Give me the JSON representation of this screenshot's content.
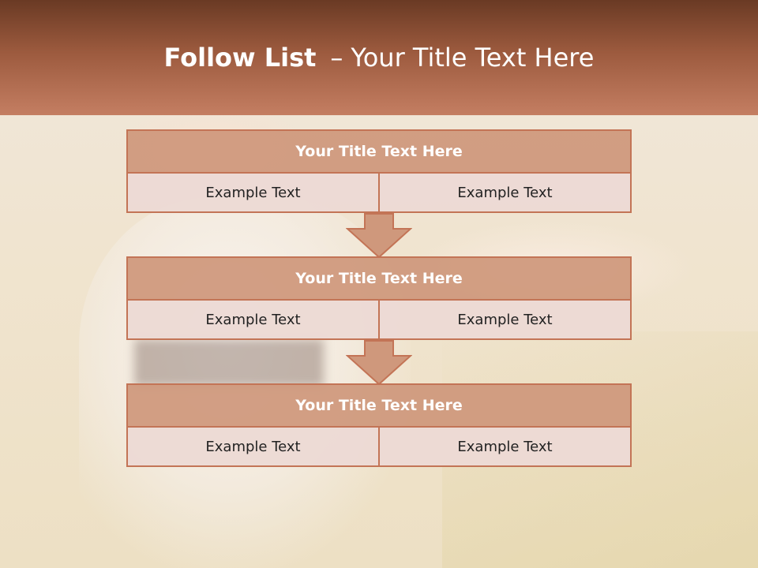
{
  "header": {
    "title_bold": "Follow List",
    "title_sep": "–",
    "title_rest": "Your Title Text Here"
  },
  "blocks": [
    {
      "title": "Your Title Text Here",
      "left": "Example Text",
      "right": "Example Text"
    },
    {
      "title": "Your Title Text Here",
      "left": "Example Text",
      "right": "Example Text"
    },
    {
      "title": "Your Title Text Here",
      "left": "Example Text",
      "right": "Example Text"
    }
  ],
  "colors": {
    "header_dark": "#6a3a24",
    "header_light": "#c47e62",
    "box_title": "#cf987c",
    "box_border": "#c37456",
    "cell_fill": "#ecdad4"
  },
  "icons": {
    "connector": "down-arrow-icon"
  }
}
